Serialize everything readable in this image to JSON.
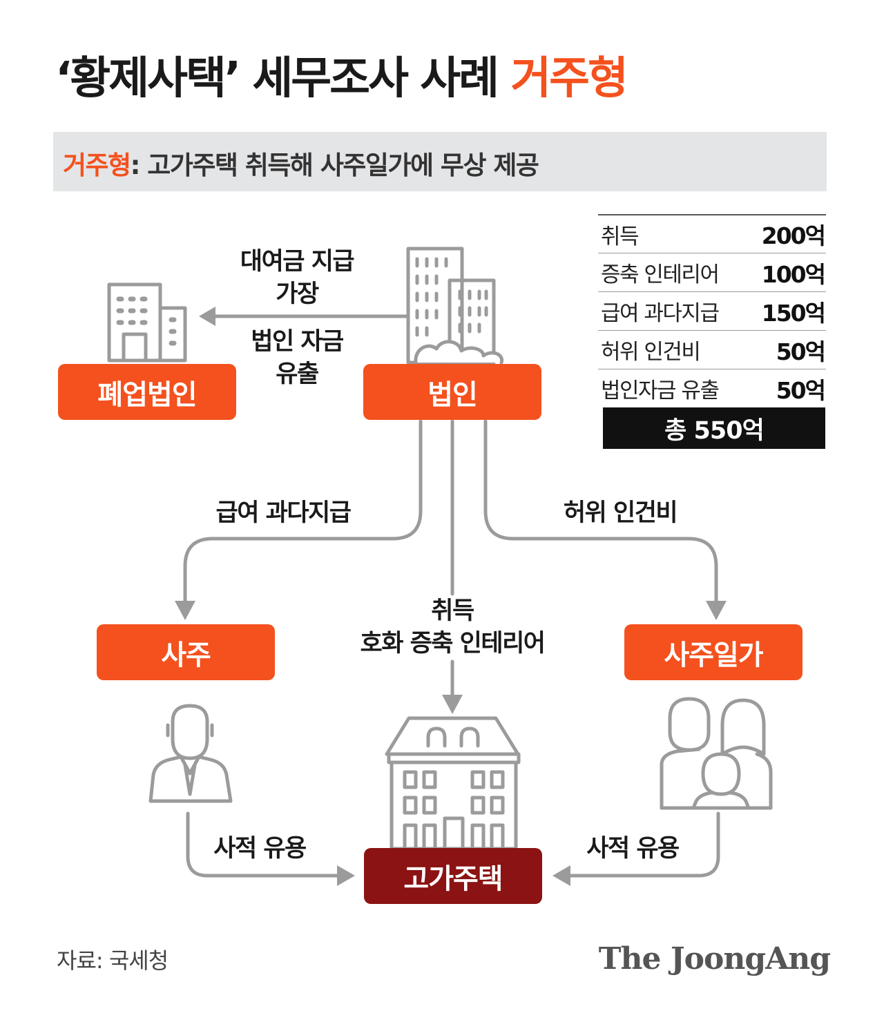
{
  "title": {
    "main": "‘황제사택’ 세무조사 사례 ",
    "accent": "거주형"
  },
  "subtitle": {
    "accent": "거주형",
    "rest": ": 고가주택 취득해 사주일가에 무상 제공"
  },
  "nodes": {
    "closed_corp": "폐업법인",
    "corp": "법인",
    "owner": "사주",
    "owner_family": "사주일가",
    "luxury_house": "고가주택"
  },
  "edge_labels": {
    "loan_disguise": [
      "대여금 지급",
      "가장"
    ],
    "fund_outflow": [
      "법인 자금",
      "유출"
    ],
    "excess_salary": "급여 과다지급",
    "fake_labor": "허위 인건비",
    "acquisition": [
      "취득",
      "호화 증축 인테리어"
    ],
    "private_use_left": "사적 유용",
    "private_use_right": "사적 유용"
  },
  "table": {
    "rows": [
      {
        "name": "취득",
        "value": "200억"
      },
      {
        "name": "증축 인테리어",
        "value": "100억"
      },
      {
        "name": "급여 과다지급",
        "value": "150억"
      },
      {
        "name": "허위 인건비",
        "value": "50억"
      },
      {
        "name": "법인자금 유출",
        "value": "50억"
      }
    ],
    "total": "총 550억"
  },
  "source": "자료: 국세청",
  "brand": "The JoongAng",
  "colors": {
    "accent": "#f4511e",
    "dark_red": "#8b1313",
    "gray": "#9b9b9b",
    "subbar": "#e4e5e7"
  }
}
